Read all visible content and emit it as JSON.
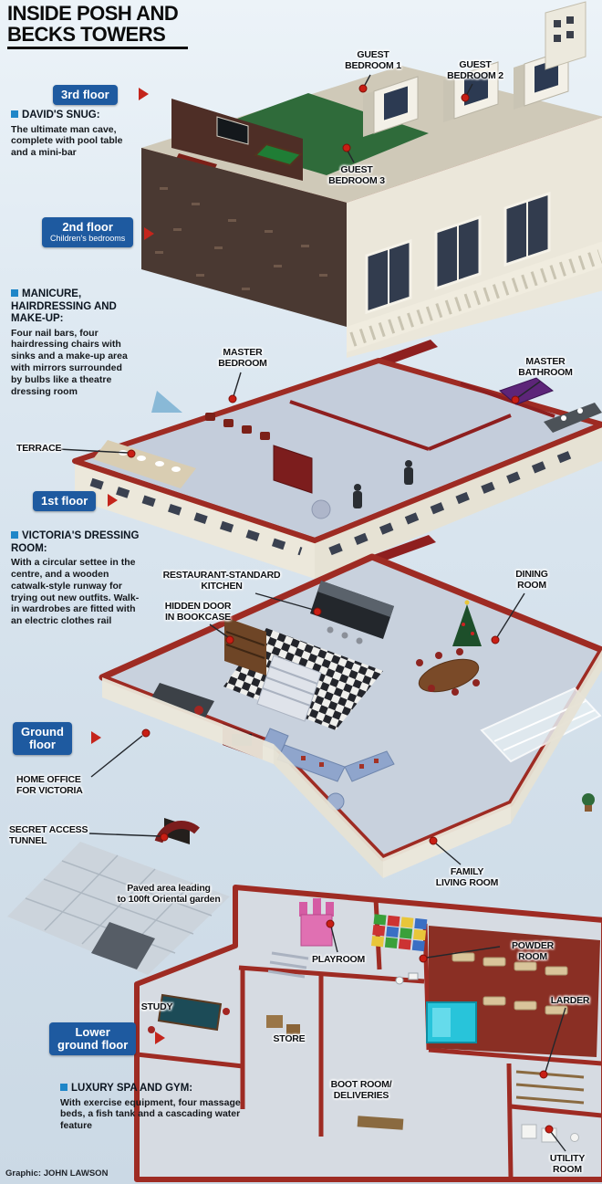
{
  "title": {
    "line1": "INSIDE POSH AND",
    "line2": "BECKS TOWERS"
  },
  "credit": "Graphic: JOHN LAWSON",
  "colors": {
    "badge_blue": "#1e5aa0",
    "arrow_red": "#c4251c",
    "bullet_blue": "#1f86c8",
    "wall_red": "#9e2b23",
    "leader_dot_red": "#c81e14",
    "background_blue": "#dde8f1"
  },
  "floor_badges": [
    {
      "label": "3rd floor",
      "sublabel": ""
    },
    {
      "label": "2nd floor",
      "sublabel": "Children's bedrooms"
    },
    {
      "label": "1st floor",
      "sublabel": ""
    },
    {
      "label": "Ground\nfloor",
      "sublabel": ""
    },
    {
      "label": "Lower\nground floor",
      "sublabel": ""
    }
  ],
  "annotations": [
    {
      "heading": "DAVID'S SNUG:",
      "body": "The ultimate man cave, complete with pool table and a mini-bar"
    },
    {
      "heading": "MANICURE, HAIRDRESSING AND MAKE-UP:",
      "body": "Four nail bars, four hairdressing chairs with sinks and a make-up area with mirrors surrounded by bulbs like a theatre dressing room"
    },
    {
      "heading": "VICTORIA'S DRESSING ROOM:",
      "body": "With a circular settee in the centre, and a wooden catwalk-style runway for trying out new outfits. Walk-in wardrobes are fitted with an electric clothes rail"
    },
    {
      "heading": "LUXURY SPA AND GYM:",
      "body": "With exercise equipment, four massage beds, a fish tank and a cascading water feature"
    }
  ],
  "rooms": [
    {
      "id": "guest-bedroom-1",
      "text": "GUEST\nBEDROOM 1"
    },
    {
      "id": "guest-bedroom-2",
      "text": "GUEST\nBEDROOM 2"
    },
    {
      "id": "guest-bedroom-3",
      "text": "GUEST\nBEDROOM 3"
    },
    {
      "id": "master-bedroom",
      "text": "MASTER\nBEDROOM"
    },
    {
      "id": "master-bathroom",
      "text": "MASTER\nBATHROOM"
    },
    {
      "id": "terrace",
      "text": "TERRACE"
    },
    {
      "id": "restaurant-standard-kitchen",
      "text": "RESTAURANT-STANDARD\nKITCHEN"
    },
    {
      "id": "hidden-door-in-bookcase",
      "text": "HIDDEN DOOR\nIN BOOKCASE"
    },
    {
      "id": "dining-room",
      "text": "DINING\nROOM"
    },
    {
      "id": "home-office-for-victoria",
      "text": "HOME OFFICE\nFOR VICTORIA"
    },
    {
      "id": "secret-access-tunnel",
      "text": "SECRET ACCESS\nTUNNEL"
    },
    {
      "id": "paved-area",
      "text": "Paved area leading\nto 100ft Oriental garden"
    },
    {
      "id": "family-living-room",
      "text": "FAMILY\nLIVING ROOM"
    },
    {
      "id": "playroom",
      "text": "PLAYROOM"
    },
    {
      "id": "powder-room",
      "text": "POWDER ROOM"
    },
    {
      "id": "larder",
      "text": "LARDER"
    },
    {
      "id": "study",
      "text": "STUDY"
    },
    {
      "id": "store",
      "text": "STORE"
    },
    {
      "id": "boot-room-deliveries",
      "text": "BOOT ROOM/\nDELIVERIES"
    },
    {
      "id": "utility-room",
      "text": "UTILITY\nROOM"
    }
  ]
}
